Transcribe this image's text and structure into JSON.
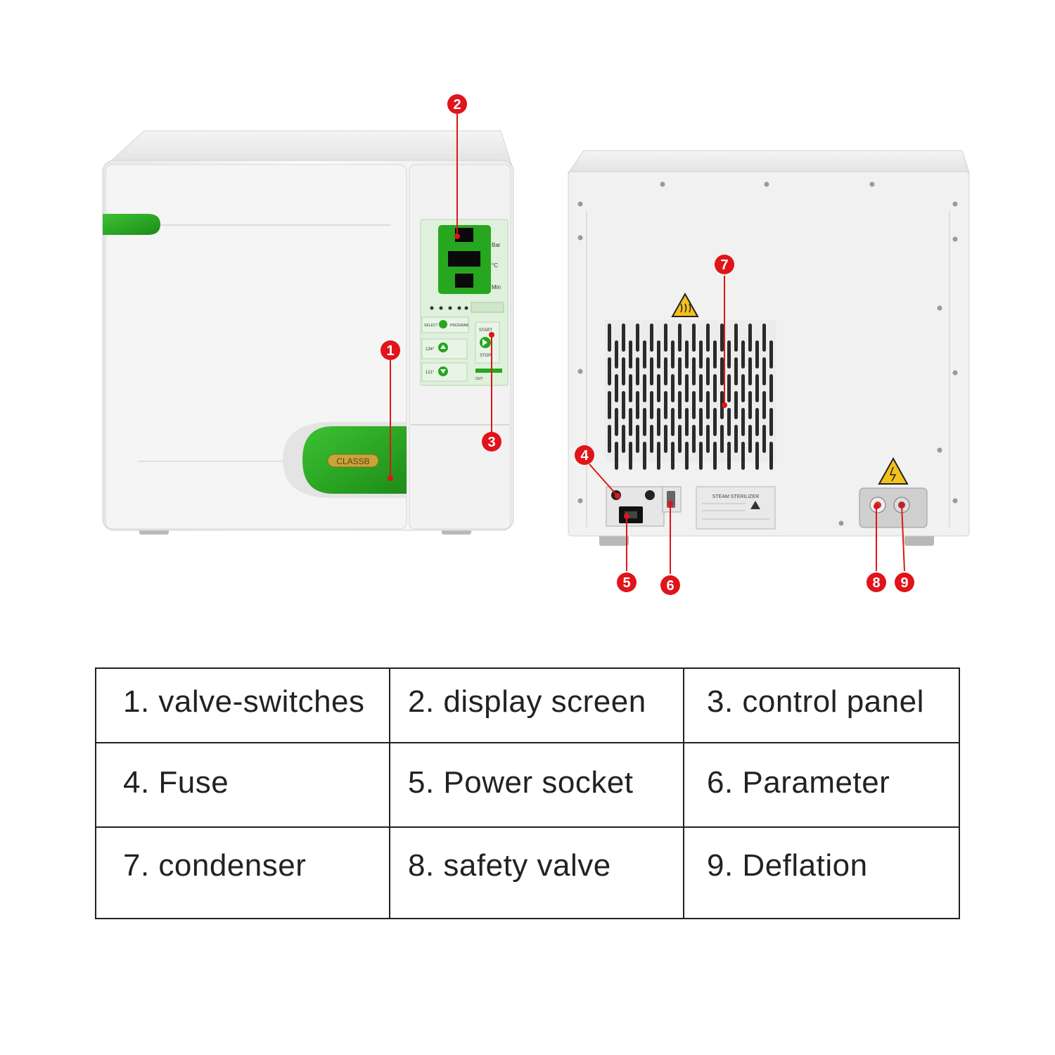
{
  "front_view": {
    "door_badge": "CLASSB",
    "display_units": [
      "Bar",
      "°C",
      "Min"
    ],
    "buttons": {
      "select": "SELECT",
      "program": "PROGRAM",
      "start": "START",
      "stop": "STOP"
    },
    "temp_buttons": [
      "134°",
      "121°"
    ],
    "out_label": "OUT"
  },
  "rear_view": {
    "nameplate_title": "STEAM STERILIZER"
  },
  "callouts": [
    "1",
    "2",
    "3",
    "4",
    "5",
    "6",
    "7",
    "8",
    "9"
  ],
  "parts_table": {
    "rows": [
      [
        "1. valve-switches",
        "2. display screen",
        "3. control panel"
      ],
      [
        "4. Fuse",
        "5. Power socket",
        "6. Parameter"
      ],
      [
        "7. condenser",
        "8. safety valve",
        "9. Deflation"
      ]
    ]
  },
  "colors": {
    "accent_green": "#27a61f",
    "callout_red": "#e0141a",
    "body_white": "#f6f6f6"
  }
}
